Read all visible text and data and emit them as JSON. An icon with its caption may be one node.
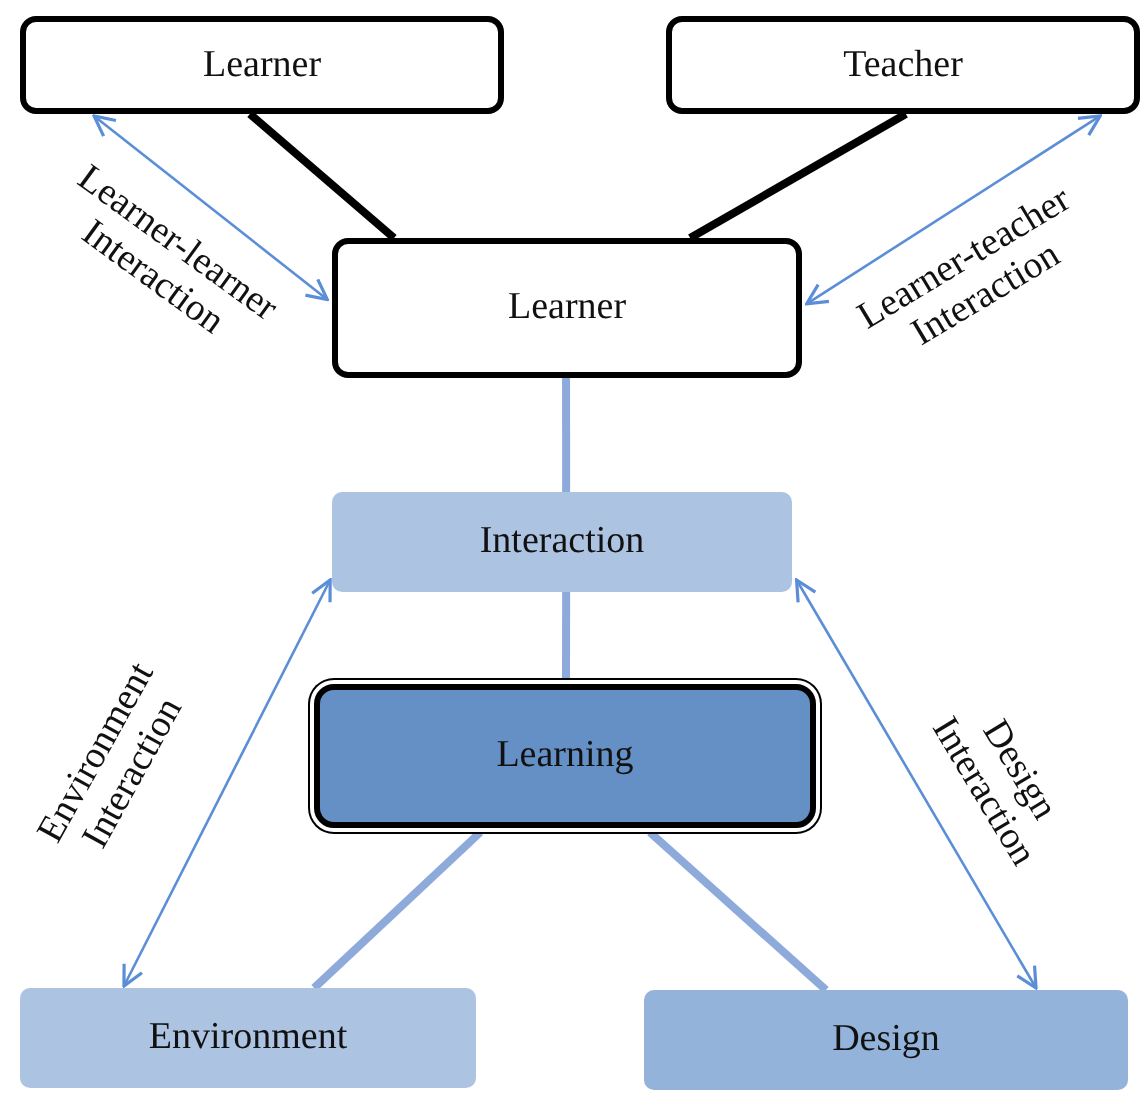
{
  "diagram": {
    "nodes": [
      {
        "text": [
          "Learner"
        ]
      },
      {
        "text": [
          "Teacher"
        ]
      },
      {
        "text": [
          "Learner"
        ]
      },
      {
        "text": [
          "Interaction"
        ]
      },
      {
        "text": [
          "Learning"
        ]
      },
      {
        "text": [
          "Environment"
        ]
      },
      {
        "text": [
          "Design"
        ]
      }
    ],
    "edges": [
      {
        "from": 0,
        "to": 2,
        "arrow": "none",
        "color": "#000000"
      },
      {
        "from": 1,
        "to": 2,
        "arrow": "none",
        "color": "#000000"
      },
      {
        "from": 2,
        "to": 3,
        "arrow": "none"
      },
      {
        "from": 3,
        "to": 4,
        "arrow": "none"
      },
      {
        "from": 4,
        "to": 5,
        "arrow": "none"
      },
      {
        "from": 4,
        "to": 6,
        "arrow": "none"
      },
      {
        "from": 0,
        "to": 2,
        "arrow": "both",
        "label": "Learner-learner Interaction",
        "color": "#5b8ed6"
      },
      {
        "from": 2,
        "to": 1,
        "arrow": "both",
        "label": "Learner-teacher Interaction",
        "color": "#5b8ed6"
      },
      {
        "from": 5,
        "to": 3,
        "arrow": "both",
        "label": "Environment Interaction",
        "color": "#5b8ed6"
      },
      {
        "from": 3,
        "to": 6,
        "arrow": "both",
        "label": "Design Interaction",
        "color": "#5b8ed6"
      }
    ]
  }
}
